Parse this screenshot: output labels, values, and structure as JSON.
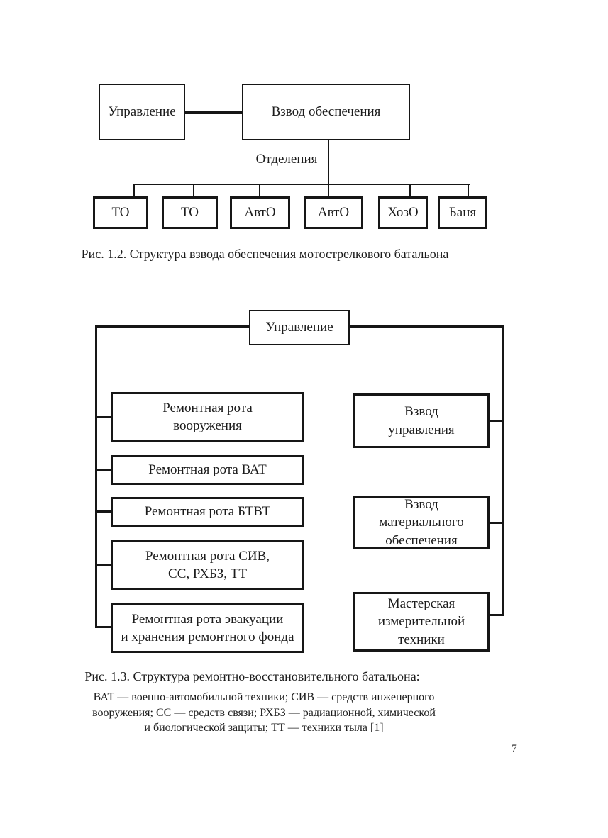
{
  "page": {
    "number": "7",
    "background": "#ffffff",
    "ink": "#1c1c1c"
  },
  "figure_1_2": {
    "caption": "Рис. 1.2. Структура взвода обеспечения мотострелкового батальона",
    "management": "Управление",
    "platoon": "Взвод обеспечения",
    "branch_label": "Отделения",
    "departments": [
      "ТО",
      "ТО",
      "АвтО",
      "АвтО",
      "ХозО",
      "Баня"
    ]
  },
  "figure_1_3": {
    "caption": "Рис. 1.3. Структура ремонтно-восстановительного батальона:",
    "root": "Управление",
    "left_column": [
      "Ремонтная рота\nвооружения",
      "Ремонтная рота ВАТ",
      "Ремонтная рота БТВТ",
      "Ремонтная рота СИВ,\nСС, РХБЗ, ТТ",
      "Ремонтная рота эвакуации\nи хранения ремонтного фонда"
    ],
    "right_column": [
      "Взвод\nуправления",
      "Взвод\nматериального\nобеспечения",
      "Мастерская\nизмерительной\nтехники"
    ],
    "legend_lines": [
      "ВАТ — военно-автомобильной техники; СИВ — средств инженерного",
      "вооружения; СС — средств связи; РХБЗ — радиационной, химической",
      "и биологической защиты; ТТ — техники тыла [1]"
    ]
  }
}
